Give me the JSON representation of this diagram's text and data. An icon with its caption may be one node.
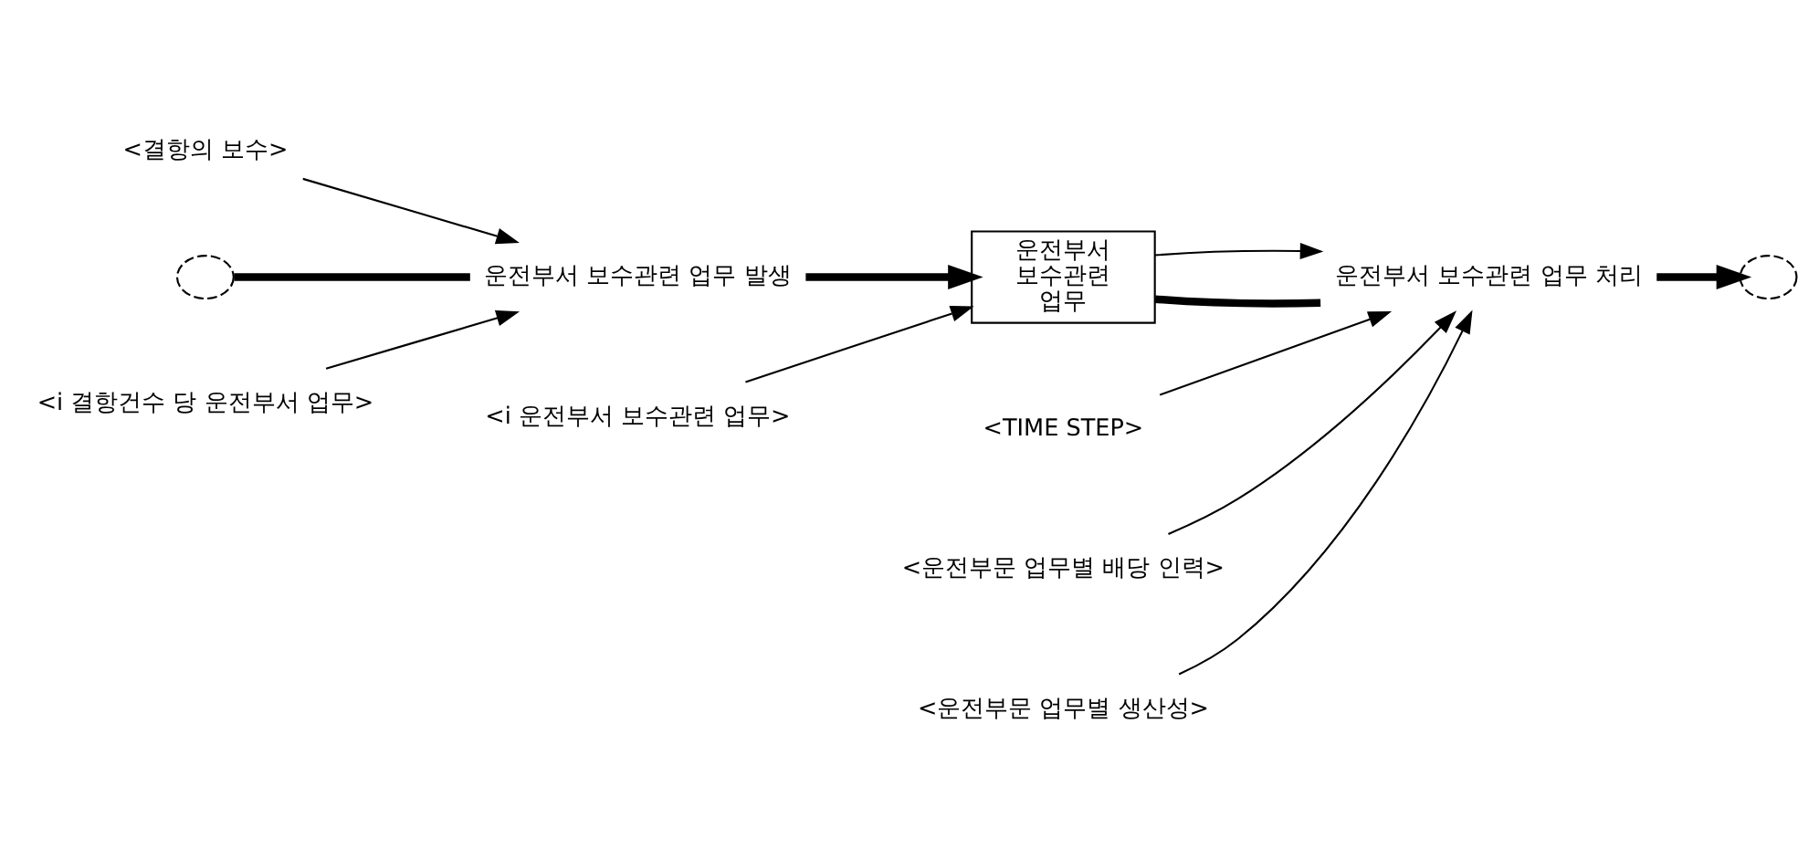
{
  "diagram": {
    "nodes": [
      {
        "text": [
          "<결항의 보수>"
        ]
      },
      {
        "text": [],
        "shape": "cloud"
      },
      {
        "text": [
          "운전부서 보수관련 업무 발생"
        ]
      },
      {
        "text": [
          "운전부서 보수관련 업무"
        ]
      },
      {
        "text": [
          "운전부서 보수관련 업무 처리"
        ]
      },
      {
        "text": [],
        "shape": "cloud"
      },
      {
        "text": [
          "<TIME STEP>"
        ]
      },
      {
        "text": [
          "<i 결항건수 당 운전부서 업무>"
        ]
      },
      {
        "text": [
          "<i 운전부서 보수관련 업무>"
        ]
      },
      {
        "text": [
          "<운전부문 업무별 배당 인력>"
        ]
      },
      {
        "text": [
          "<운전부문 업무별 생산성>"
        ]
      }
    ],
    "edges": [
      {
        "from": 1,
        "to": 2,
        "arrow": "none",
        "style": "thick"
      },
      {
        "from": 2,
        "to": 3,
        "arrow": "to",
        "style": "thick"
      },
      {
        "from": 3,
        "to": 4,
        "arrow": "none",
        "style": "thick"
      },
      {
        "from": 4,
        "to": 5,
        "arrow": "to",
        "style": "thick"
      },
      {
        "from": 0,
        "to": 2,
        "arrow": "to"
      },
      {
        "from": 7,
        "to": 2,
        "arrow": "to"
      },
      {
        "from": 3,
        "to": 4,
        "arrow": "to"
      },
      {
        "from": 8,
        "to": 3,
        "arrow": "to"
      },
      {
        "from": 6,
        "to": 4,
        "arrow": "to"
      },
      {
        "from": 9,
        "to": 4,
        "arrow": "to"
      },
      {
        "from": 10,
        "to": 4,
        "arrow": "to"
      }
    ]
  }
}
